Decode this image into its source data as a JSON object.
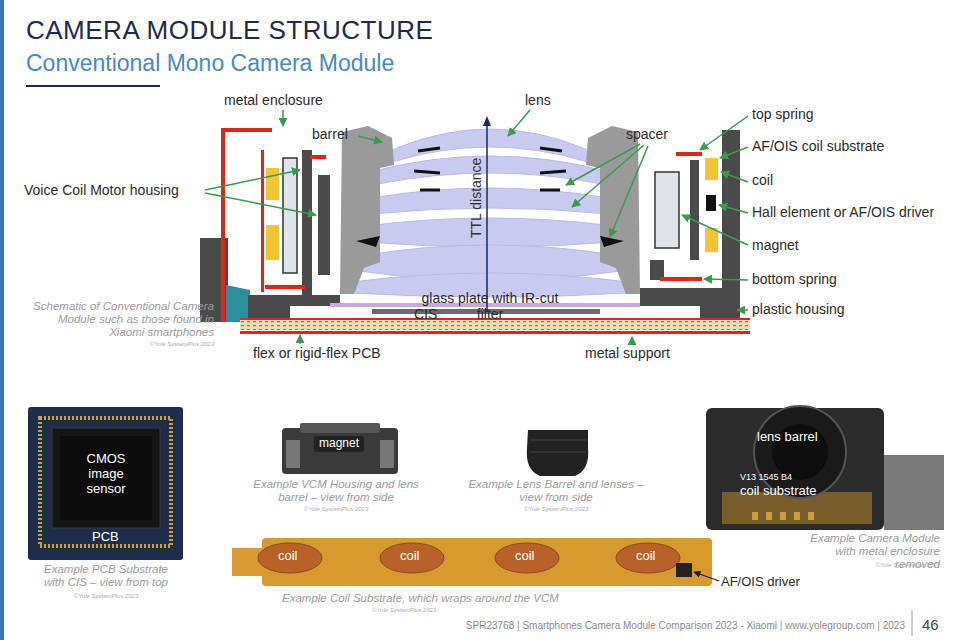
{
  "diagram": {
    "title": "CAMERA MODULE STRUCTURE",
    "labels": [
      "Conventional Mono Camera Module",
      "metal enclosure",
      "lens",
      "barrel",
      "spacer",
      "top spring",
      "AF/OIS coil substrate",
      "Voice Coil Motor housing",
      "coil",
      "Hall element or AF/OIS driver",
      "TTL distance",
      "magnet",
      "bottom spring",
      "Schematic of Conventional Camera Module such as those found in Xiaomi smartphones",
      "©Yole SystemPlus 2023",
      "glass plate with IR-cut filter",
      "CIS",
      "plastic housing",
      "flex or rigid-flex PCB",
      "metal support",
      "CMOS image sensor",
      "PCB",
      "Example PCB Substrate with CIS – view from top",
      "©Yole SystemPlus 2023",
      "magnet",
      "Example VCM Housing and lens barrel – view from side",
      "©Yole SystemPlus 2023",
      "Example Lens Barrel and lenses – view from side",
      "©Yole SystemPlus 2023",
      "lens barrel",
      "V13 1545 B4",
      "coil substrate",
      "Example Camera Module with metal enclosure removed",
      "©Yole SystemPlus 2023",
      "coil",
      "coil",
      "coil",
      "coil",
      "AF/OIS driver",
      "Example Coil Substrate, which wraps around the VCM",
      "©Yole SystemPlus 2023",
      "SPR23768 | Smartphones Camera Module Comparison 2023 - Xiaomi | www.yolegroup.com | 2023",
      "46"
    ]
  }
}
